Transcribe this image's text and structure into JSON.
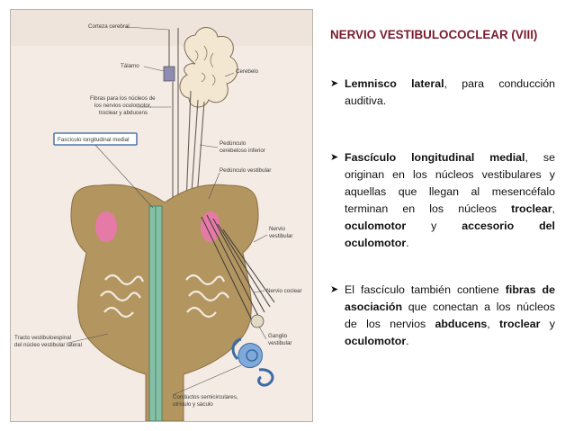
{
  "title": "NERVIO VESTIBULOCOCLEAR (VIII)",
  "bullets": [
    {
      "parts": [
        {
          "text": "Lemnisco lateral",
          "bold": true
        },
        {
          "text": ", para conducción auditiva.",
          "bold": false
        }
      ]
    },
    {
      "parts": [
        {
          "text": "Fascículo longitudinal medial",
          "bold": true
        },
        {
          "text": ", se originan en los núcleos vestibulares y aquellas que llegan al mesencéfalo terminan en los núcleos ",
          "bold": false
        },
        {
          "text": "troclear",
          "bold": true
        },
        {
          "text": ", ",
          "bold": false
        },
        {
          "text": "oculomotor",
          "bold": true
        },
        {
          "text": " y ",
          "bold": false
        },
        {
          "text": "accesorio del oculomotor",
          "bold": true
        },
        {
          "text": ".",
          "bold": false
        }
      ]
    },
    {
      "parts": [
        {
          "text": "El fascículo también contiene ",
          "bold": false
        },
        {
          "text": "fibras de asociación",
          "bold": true
        },
        {
          "text": " que conectan a los núcleos de los nervios ",
          "bold": false
        },
        {
          "text": "abducens",
          "bold": true
        },
        {
          "text": ", ",
          "bold": false
        },
        {
          "text": "troclear",
          "bold": true
        },
        {
          "text": " y ",
          "bold": false
        },
        {
          "text": "oculomotor",
          "bold": true
        },
        {
          "text": ".",
          "bold": false
        }
      ]
    }
  ],
  "figure": {
    "labels": {
      "corteza": "Corteza cerebral",
      "talamo": "Tálamo",
      "cerebelo": "Cerebelo",
      "fibras_1": "Fibras para los núcleos de",
      "fibras_2": "los nervios oculomotor,",
      "fibras_3": "troclear y abducens",
      "fasciculo": "Fascículo longitudinal medial",
      "ped_inf_1": "Pedúnculo",
      "ped_inf_2": "cerebeloso inferior",
      "ped_vest": "Pedúnculo vestibular",
      "nervio_vest_1": "Nervio",
      "nervio_vest_2": "vestibular",
      "nervio_coclear": "Nervio coclear",
      "tracto_1": "Tracto vestibuloespinal",
      "tracto_2": "del núcleo vestibular lateral",
      "ganglio_1": "Ganglio",
      "ganglio_2": "vestibular",
      "conductos_1": "Conductos semicirculares,",
      "conductos_2": "utrículo y sáculo"
    },
    "colors": {
      "brainstem": "#b3955f",
      "nucleus_pink": "#e67aa6",
      "tract_green": "#84bfa6",
      "cerebellum": "#f3e7d2",
      "inner_ear": "#7fa9d8",
      "label_box": "#2f5f9c"
    }
  },
  "colors": {
    "title": "#7a1c2e",
    "text": "#111111"
  }
}
